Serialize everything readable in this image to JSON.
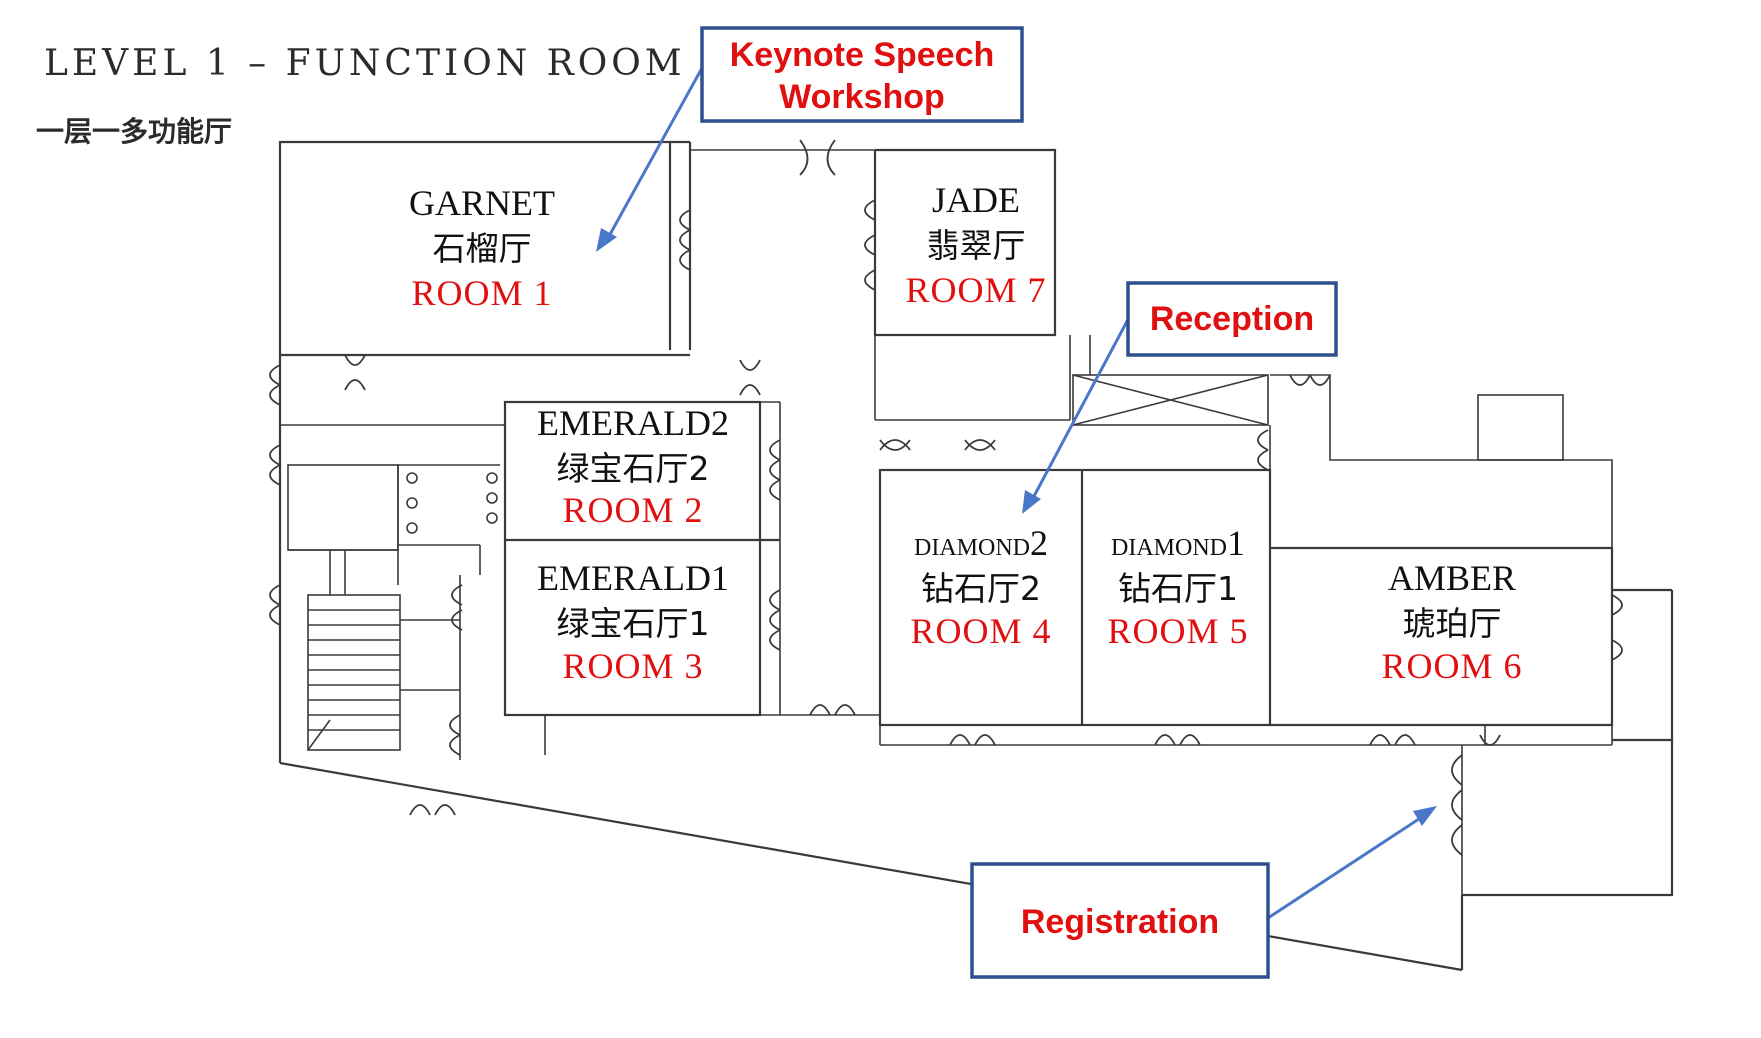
{
  "header": {
    "title_en": "LEVEL 1 – FUNCTION ROOM",
    "title_zh": "一层一多功能厅"
  },
  "rooms": [
    {
      "id": "garnet",
      "name": "GARNET",
      "zh": "石榴厅",
      "number": "ROOM 1"
    },
    {
      "id": "emerald2",
      "name": "EMERALD2",
      "zh": "绿宝石厅2",
      "number": "ROOM 2"
    },
    {
      "id": "emerald1",
      "name": "EMERALD1",
      "zh": "绿宝石厅1",
      "number": "ROOM 3"
    },
    {
      "id": "diamond2",
      "name_main": "DIAMOND",
      "name_digit": "2",
      "zh": "钻石厅2",
      "number": "ROOM 4"
    },
    {
      "id": "diamond1",
      "name_main": "DIAMOND",
      "name_digit": "1",
      "zh": "钻石厅1",
      "number": "ROOM 5"
    },
    {
      "id": "amber",
      "name": "AMBER",
      "zh": "琥珀厅",
      "number": "ROOM 6"
    },
    {
      "id": "jade",
      "name": "JADE",
      "zh": "翡翠厅",
      "number": "ROOM 7"
    }
  ],
  "callouts": {
    "keynote": {
      "line1": "Keynote Speech",
      "line2": "Workshop"
    },
    "reception": {
      "label": "Reception"
    },
    "registration": {
      "label": "Registration"
    }
  },
  "colors": {
    "room_number": "#e01010",
    "callout_text": "#e01010",
    "callout_border": "#2f4f8f",
    "arrow": "#4a78c8",
    "walls": "#3a3a3a"
  }
}
